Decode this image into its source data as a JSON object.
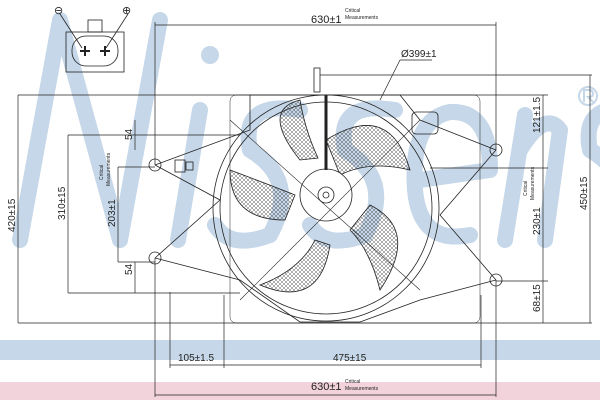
{
  "watermark": {
    "brand": "Nissens",
    "registered": "®"
  },
  "connector": {
    "negative": "⊖",
    "positive": "⊕"
  },
  "dimensions": {
    "top_width": "630±1",
    "bottom_width": "630±1",
    "critical_label_line1": "Critical",
    "critical_label_line2": "Measurements",
    "diameter": "Ø399±1",
    "total_height_left": "420±15",
    "mount_height": "310±15",
    "inner_mount": "203±1",
    "offset_top": "54",
    "offset_bottom": "54",
    "right_top": "121±1.5",
    "right_mid": "230±1",
    "right_bottom": "68±15",
    "total_height_right": "450±15",
    "bottom_left": "105±1.5",
    "bottom_mid": "475±15"
  }
}
